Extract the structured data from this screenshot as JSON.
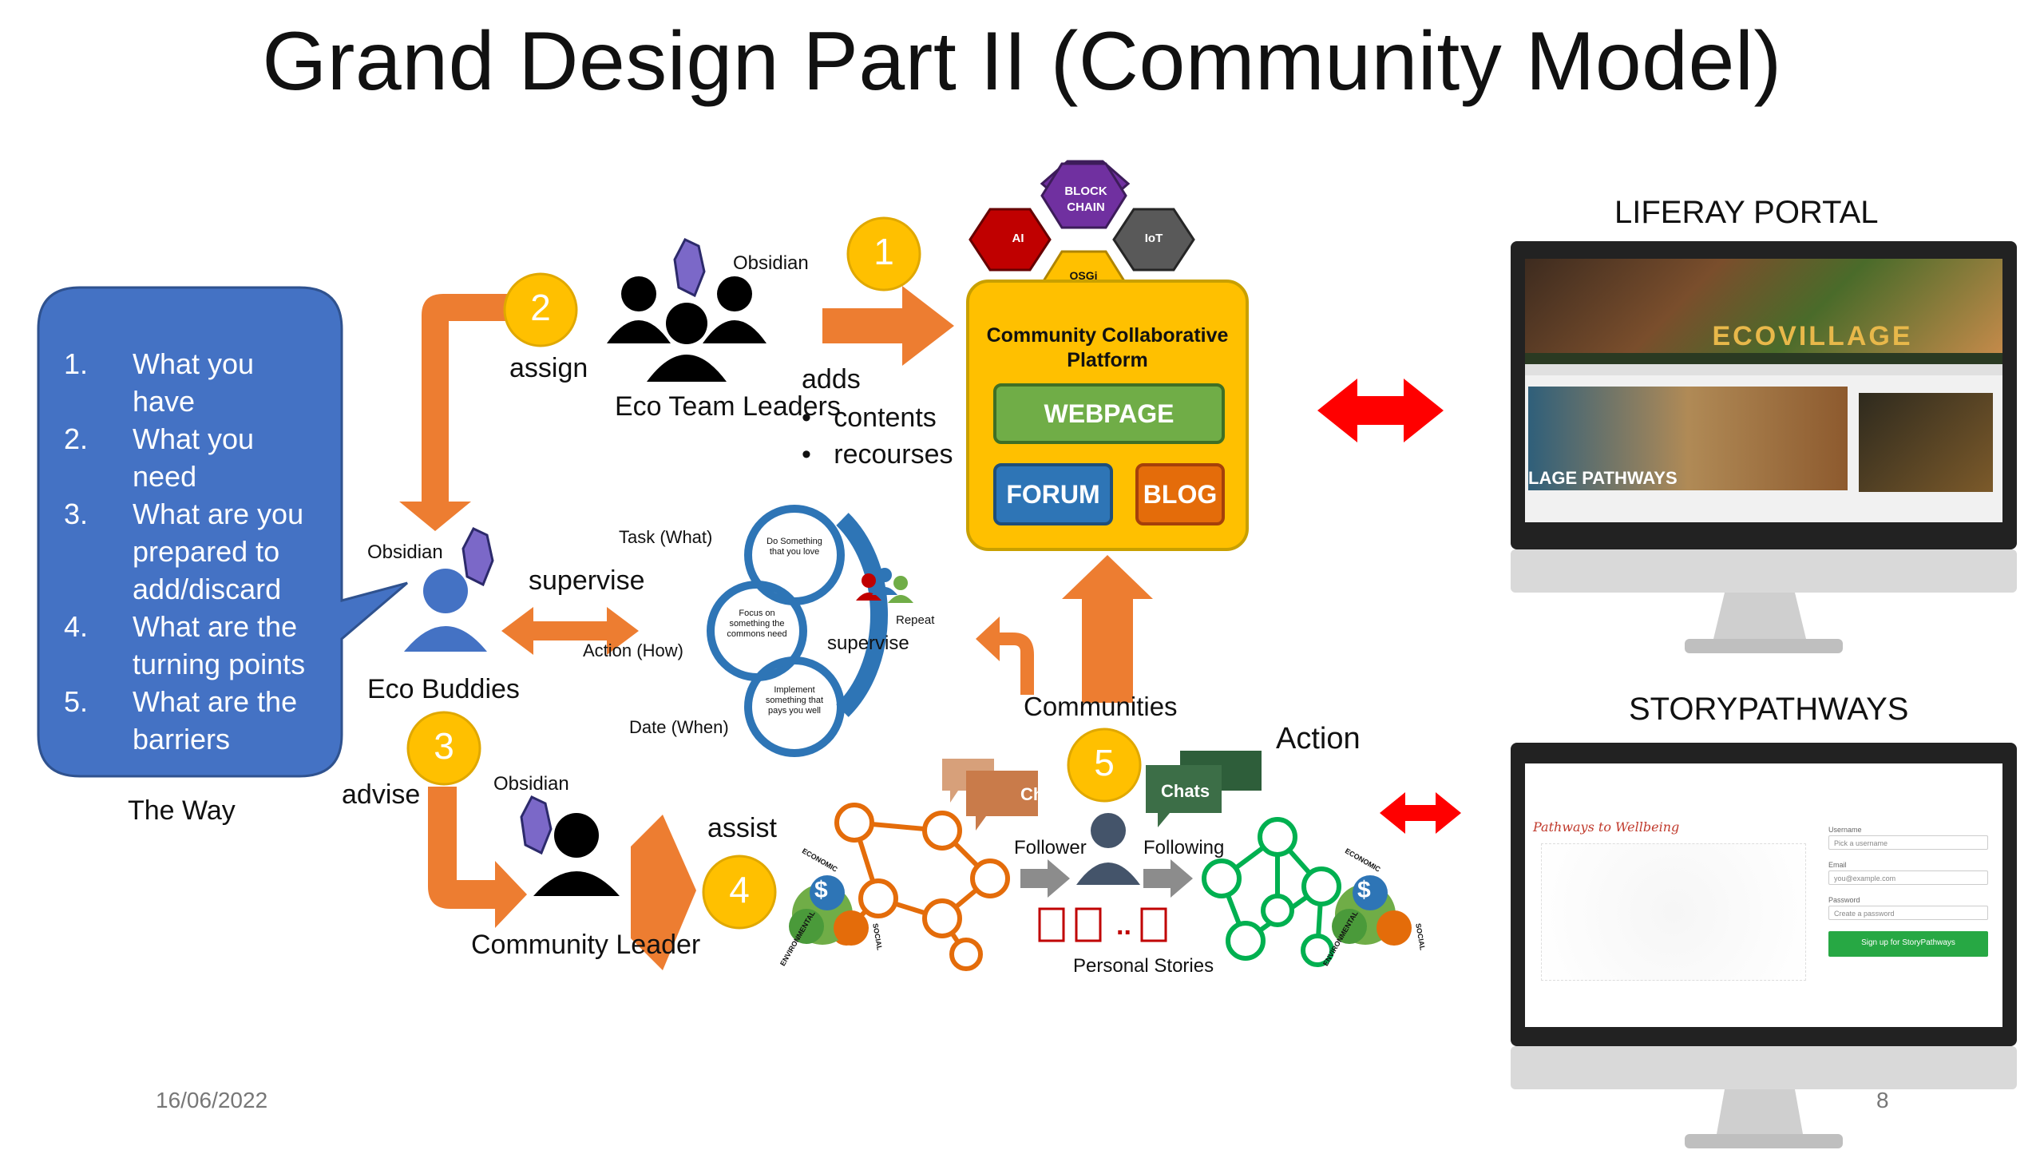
{
  "title": "Grand Design Part II (Community Model)",
  "callout": {
    "items": [
      {
        "num": "1.",
        "text": "What you have"
      },
      {
        "num": "2.",
        "text": "What you need"
      },
      {
        "num": "3.",
        "text": "What are you prepared to add/discard"
      },
      {
        "num": "4.",
        "text": "What are the turning points"
      },
      {
        "num": "5.",
        "text": "What are the barriers"
      }
    ],
    "caption": "The Way"
  },
  "badges": [
    "1",
    "2",
    "3",
    "4",
    "5"
  ],
  "labels": {
    "assign": "assign",
    "obsidian": "Obsidian",
    "eco_team_leaders": "Eco Team Leaders",
    "adds": "adds",
    "contents": "contents",
    "recourses": "recourses",
    "supervise": "supervise",
    "eco_buddies": "Eco Buddies",
    "advise": "advise",
    "community_leader": "Community Leader",
    "assist": "assist",
    "communities": "Communities",
    "action": "Action",
    "follower": "Follower",
    "following": "Following",
    "personal_stories": "Personal Stories",
    "chats": "Chats",
    "ellipsis": ".."
  },
  "cycle": {
    "task": "Task (What)",
    "action": "Action (How)",
    "date": "Date (When)",
    "do_something": "Do Something that you love",
    "focus": "Focus on something the commons need",
    "implement": "Implement something that pays you well",
    "repeat": "Repeat",
    "supervise": "supervise"
  },
  "platform": {
    "hexes": {
      "ai": "AI",
      "block_chain": "BLOCK CHAIN",
      "iot": "IoT",
      "osgi": "OSGi PORTAL"
    },
    "title": "Community Collaborative Platform",
    "webpage": "WEBPAGE",
    "forum": "FORUM",
    "blog": "BLOG"
  },
  "sustainability": {
    "economic": "ECONOMIC",
    "social": "SOCIAL",
    "environmental": "ENVIRONMENTAL",
    "symbol": "$"
  },
  "liferay": {
    "label": "LIFERAY PORTAL",
    "banner": "ECOVILLAGE",
    "overlay": "LAGE PATHWAYS"
  },
  "storypathways": {
    "label": "STORYPATHWAYS",
    "heading": "Pathways to Wellbeing",
    "username_label": "Username",
    "username_placeholder": "Pick a username",
    "email_label": "Email",
    "email_placeholder": "you@example.com",
    "password_label": "Password",
    "password_placeholder": "Create a password",
    "signup": "Sign up for StoryPathways"
  },
  "footer": {
    "date": "16/06/2022",
    "page": "8"
  },
  "colors": {
    "orange": "#ed7d31",
    "gold": "#ffc000",
    "blue": "#4472c4",
    "green": "#70ad47",
    "red": "#ff0000",
    "obsidian": "#7b68c8"
  }
}
